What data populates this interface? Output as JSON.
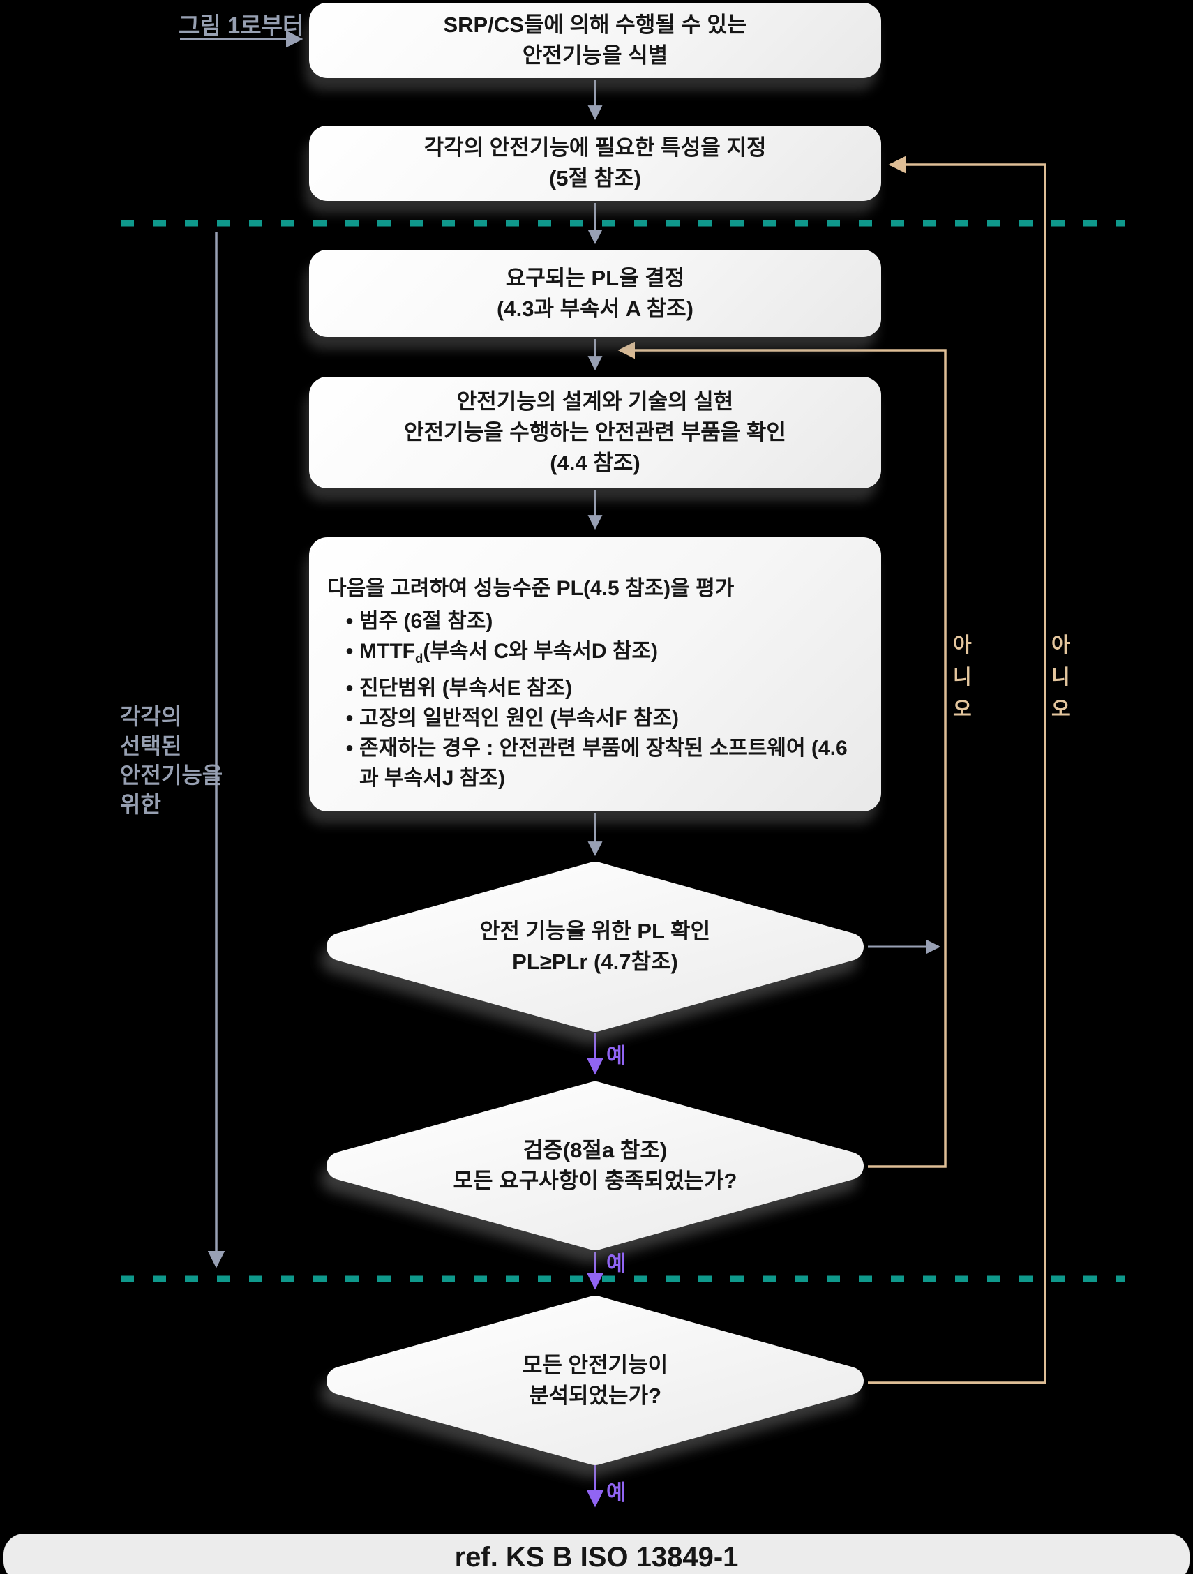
{
  "from_label": "그림 1로부터",
  "nodes": {
    "identify": {
      "line1": "SRP/CS들에 의해 수행될 수 있는",
      "line2": "안전기능을 식별"
    },
    "specify": {
      "line1": "각각의 안전기능에 필요한 특성을 지정",
      "line2": "(5절 참조)"
    },
    "determine_pl": {
      "line1": "요구되는 PL을 결정",
      "line2": "(4.3과 부속서 A 참조)"
    },
    "design": {
      "line1": "안전기능의 설계와 기술의 실현",
      "line2": "안전기능을 수행하는 안전관련 부품을 확인",
      "line3": "(4.4 참조)"
    },
    "evaluate": {
      "title": "다음을 고려하여 성능수준 PL(4.5 참조)을 평가",
      "bullet_char": "•",
      "bullets": [
        {
          "text": "범주 (6절 참조)"
        },
        {
          "pre": "MTTF",
          "sub": "d",
          "post": "(부속서 C와 부속서D 참조)"
        },
        {
          "text": "진단범위 (부속서E 참조)"
        },
        {
          "text": "고장의 일반적인 원인 (부속서F 참조)"
        },
        {
          "text": "존재하는 경우 : 안전관련 부품에 장착된 소프트웨어 (4.6과 부속서J 참조)"
        }
      ]
    }
  },
  "decisions": {
    "pl_check": {
      "line1": "안전 기능을 위한 PL 확인",
      "line2": "PL≥PLr (4.7참조)"
    },
    "verification": {
      "line1": "검증(8절a 참조)",
      "line2": "모든 요구사항이 충족되었는가?"
    },
    "all_analyzed": {
      "line1": "모든 안전기능이",
      "line2": "분석되었는가?"
    }
  },
  "labels": {
    "yes": "예",
    "no_vertical": "아니오",
    "scope": "각각의\n선택된\n안전기능을\n위한"
  },
  "footer": {
    "ref": "ref. KS B ISO 13849-1"
  },
  "colors": {
    "background": "#000000",
    "node_fill": "#f4f4f4",
    "node_text": "#161616",
    "gray_connector": "#98a0b4",
    "tan_connector": "#debe96",
    "purple_connector": "#9165f3",
    "teal_divider": "#0f998c",
    "footer_bar": "#ececec"
  }
}
